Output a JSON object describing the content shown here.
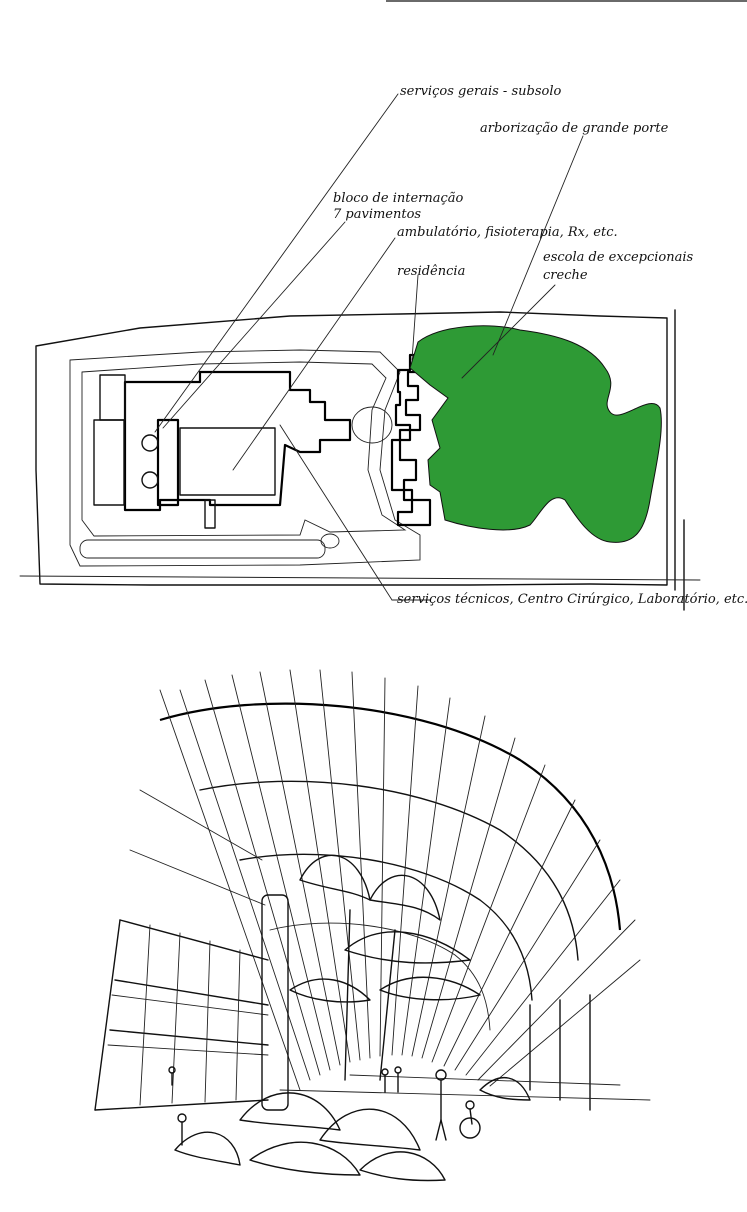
{
  "colors": {
    "ink": "#111111",
    "green_area": "#2e9a35",
    "paper": "#ffffff"
  },
  "site_plan": {
    "labels": {
      "servicos_gerais": "serviços gerais - subsolo",
      "arborizacao": "arborização de grande porte",
      "bloco_internacao": "bloco de internação",
      "pavimentos": "7 pavimentos",
      "ambulatorio": "ambulatório, fisioterapia, Rx, etc.",
      "escola": "escola de excepcionais",
      "creche": "creche",
      "residencia": "residência",
      "servicos_tecnicos": "serviços técnicos, Centro Cirúrgico, Laboratório, etc."
    }
  },
  "perspective": {
    "subject": "hospital atrium interior with glazed vault, tropical plants and wheelchair user"
  }
}
